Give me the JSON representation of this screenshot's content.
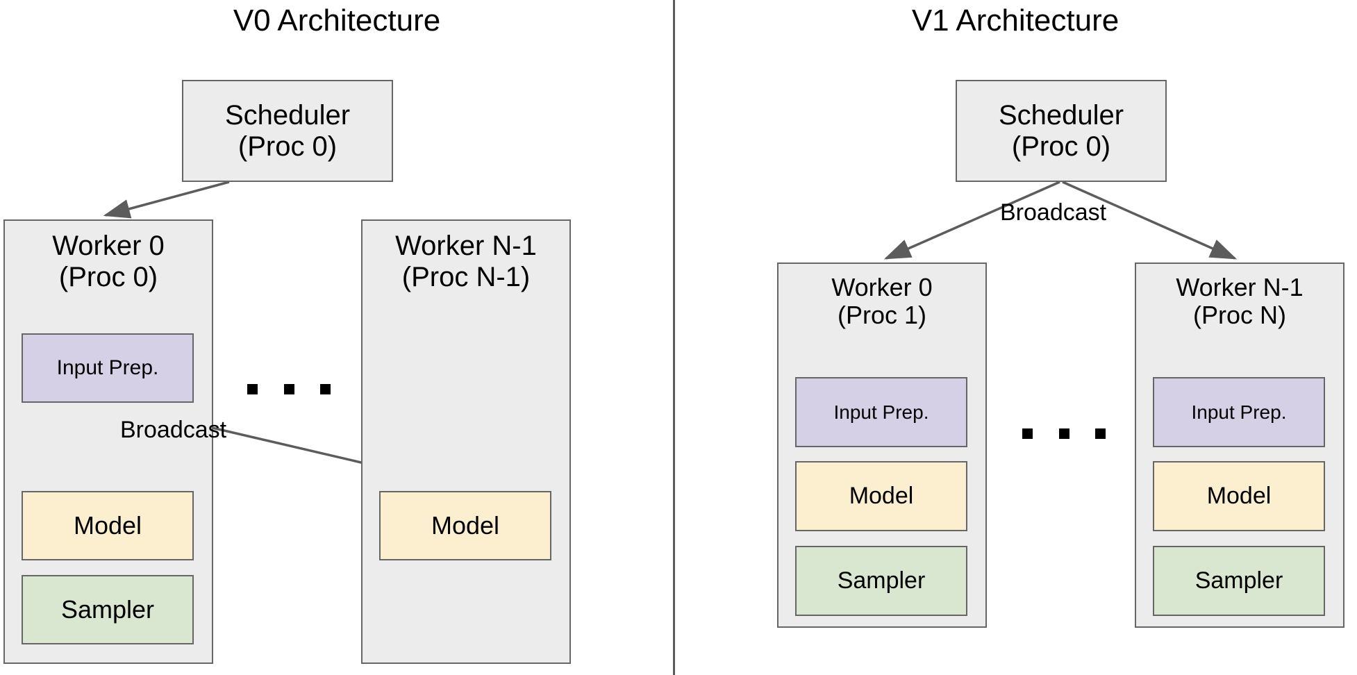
{
  "panels": [
    {
      "id": "v0",
      "title": "V0 Architecture",
      "scheduler": {
        "line1": "Scheduler",
        "line2": "(Proc 0)"
      },
      "workers": [
        {
          "line1": "Worker 0",
          "line2": "(Proc 0)",
          "components": [
            {
              "label": "Input Prep.",
              "color": "#d6d0e7"
            },
            {
              "label": "Model",
              "color": "#fbefd0"
            },
            {
              "label": "Sampler",
              "color": "#d9e7d1"
            }
          ]
        },
        {
          "line1": "Worker N-1",
          "line2": "(Proc N-1)",
          "components": [
            {
              "label": "Model",
              "color": "#fbefd0"
            }
          ]
        }
      ],
      "edge_label": "Broadcast",
      "ellipsis": "..."
    },
    {
      "id": "v1",
      "title": "V1 Architecture",
      "scheduler": {
        "line1": "Scheduler",
        "line2": "(Proc 0)"
      },
      "workers": [
        {
          "line1": "Worker 0",
          "line2": "(Proc 1)",
          "components": [
            {
              "label": "Input Prep.",
              "color": "#d6d0e7"
            },
            {
              "label": "Model",
              "color": "#fbefd0"
            },
            {
              "label": "Sampler",
              "color": "#d9e7d1"
            }
          ]
        },
        {
          "line1": "Worker N-1",
          "line2": "(Proc N)",
          "components": [
            {
              "label": "Input Prep.",
              "color": "#d6d0e7"
            },
            {
              "label": "Model",
              "color": "#fbefd0"
            },
            {
              "label": "Sampler",
              "color": "#d9e7d1"
            }
          ]
        }
      ],
      "edge_label": "Broadcast",
      "ellipsis": "..."
    }
  ],
  "colors": {
    "container_fill": "#ececec",
    "border": "#666666",
    "arrow": "#5c5c5c",
    "input_prep": "#d6d0e7",
    "model": "#fbefd0",
    "sampler": "#d9e7d1",
    "divider": "#5c5c5c",
    "text": "#000000"
  }
}
